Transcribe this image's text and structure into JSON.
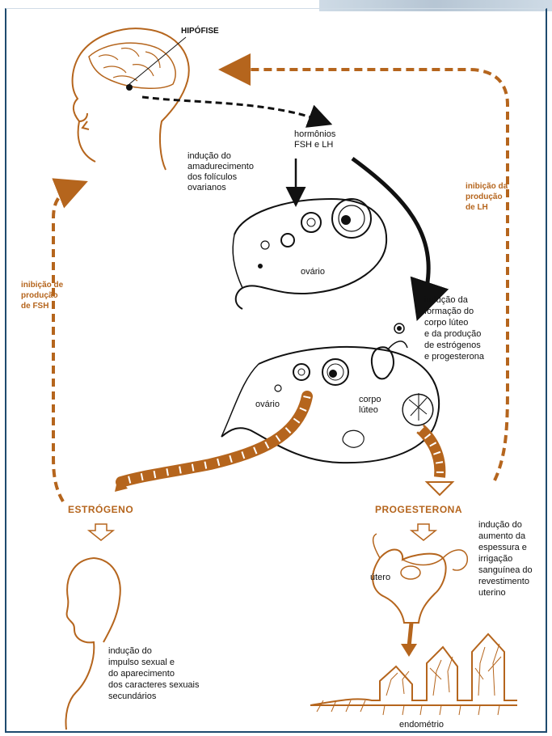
{
  "labels": {
    "hipofise": "HIPÓFISE",
    "hormonios": "hormônios\nFSH e LH",
    "inducao_amadurecimento": "indução do\namadurecimento\ndos folículos\novarianos",
    "ovario_top": "ovário",
    "ovario_mid": "ovário",
    "inducao_corpo": "indução da\nformação do\ncorpo lúteo\ne da produção\nde estrógenos\ne progesterona",
    "corpo_luteo": "corpo\nlúteo",
    "inibicao_lh": "inibição da\nprodução\nde LH",
    "inibicao_fsh": "inibição de\nprodução\nde FSH",
    "estrogeno": "ESTRÓGENO",
    "progesterona": "PROGESTERONA",
    "inducao_aumento": "indução do\naumento da\nespessura e\nirrigação\nsanguínea do\nrevestimento\nuterino",
    "utero": "útero",
    "inducao_impulso": "indução do\nimpulso sexual e\ndo aparecimento\ndos caracteres sexuais\nsecundários",
    "endometrio": "endométrio"
  },
  "colors": {
    "orange": "#b5651d",
    "frame": "#1e4a6e",
    "line": "#111111"
  }
}
